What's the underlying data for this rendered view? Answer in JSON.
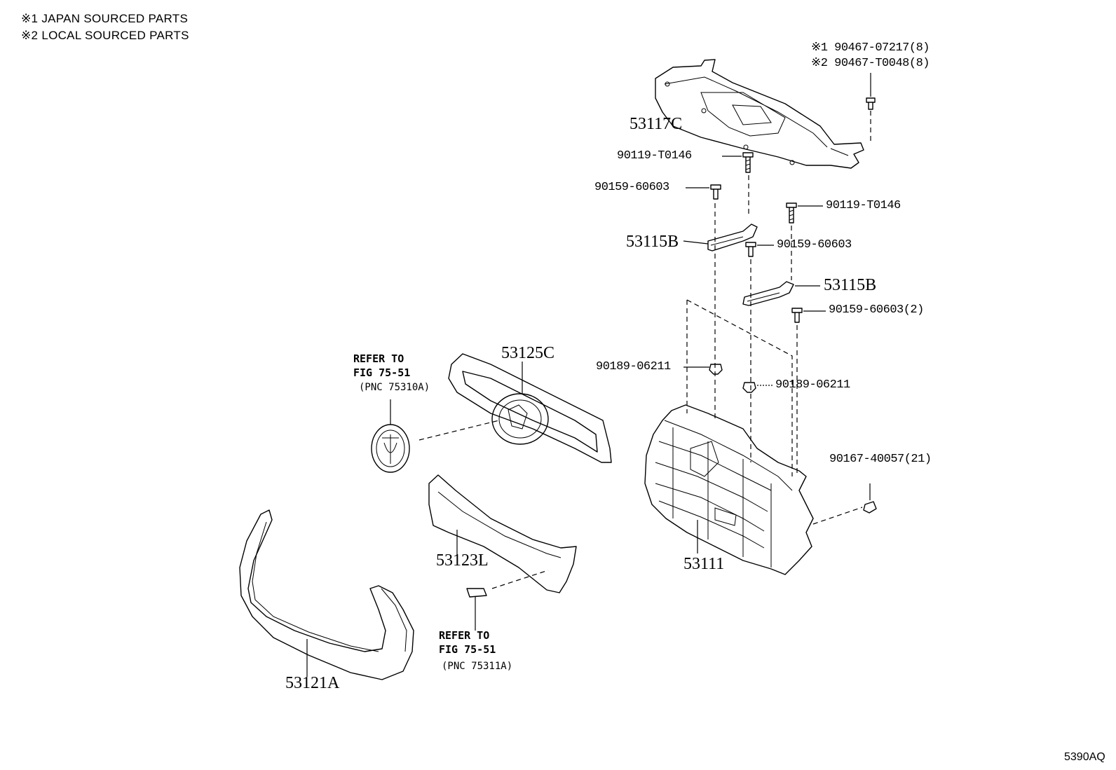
{
  "notes": {
    "japan": "※1 JAPAN SOURCED PARTS",
    "local": "※2 LOCAL SOURCED PARTS"
  },
  "clip_top": {
    "japan": "※1 90467-07217(8)",
    "local": "※2 90467-T0048(8)"
  },
  "labels": {
    "p53117C": "53117C",
    "p90119_a": "90119-T0146",
    "p90159_a": "90159-60603",
    "p90119_b": "90119-T0146",
    "p53115B_a": "53115B",
    "p90159_b": "90159-60603",
    "p53115B_b": "53115B",
    "p90159_c": "90159-60603(2)",
    "p90189_a": "90189-06211",
    "p90189_b": "90189-06211",
    "p90167": "90167-40057(21)",
    "p53125C": "53125C",
    "p53123L": "53123L",
    "p53111": "53111",
    "p53121A": "53121A"
  },
  "ref_emblem": {
    "line1": "REFER TO",
    "line2": "FIG 75-51",
    "line3": "(PNC 75310A)"
  },
  "ref_badge": {
    "line1": "REFER TO",
    "line2": "FIG 75-51",
    "line3": "(PNC 75311A)"
  },
  "figure_code": "5390AQ",
  "icons": [
    "upper-radiator-support-cover-icon",
    "grille-retainer-bracket-icon",
    "grille-ornament-icon",
    "radiator-grille-icon",
    "emblem-icon",
    "grille-molding-icon",
    "grille-side-molding-icon",
    "clip-icon",
    "screw-icon",
    "badge-icon"
  ]
}
